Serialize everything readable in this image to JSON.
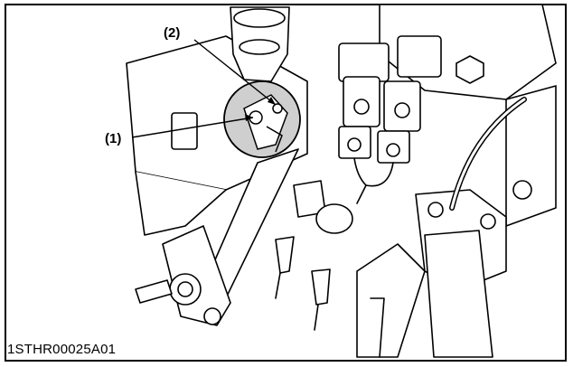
{
  "illustration": {
    "callouts": [
      {
        "label": "(1)"
      },
      {
        "label": "(2)"
      }
    ],
    "figure_code": "1STHR00025A01"
  }
}
